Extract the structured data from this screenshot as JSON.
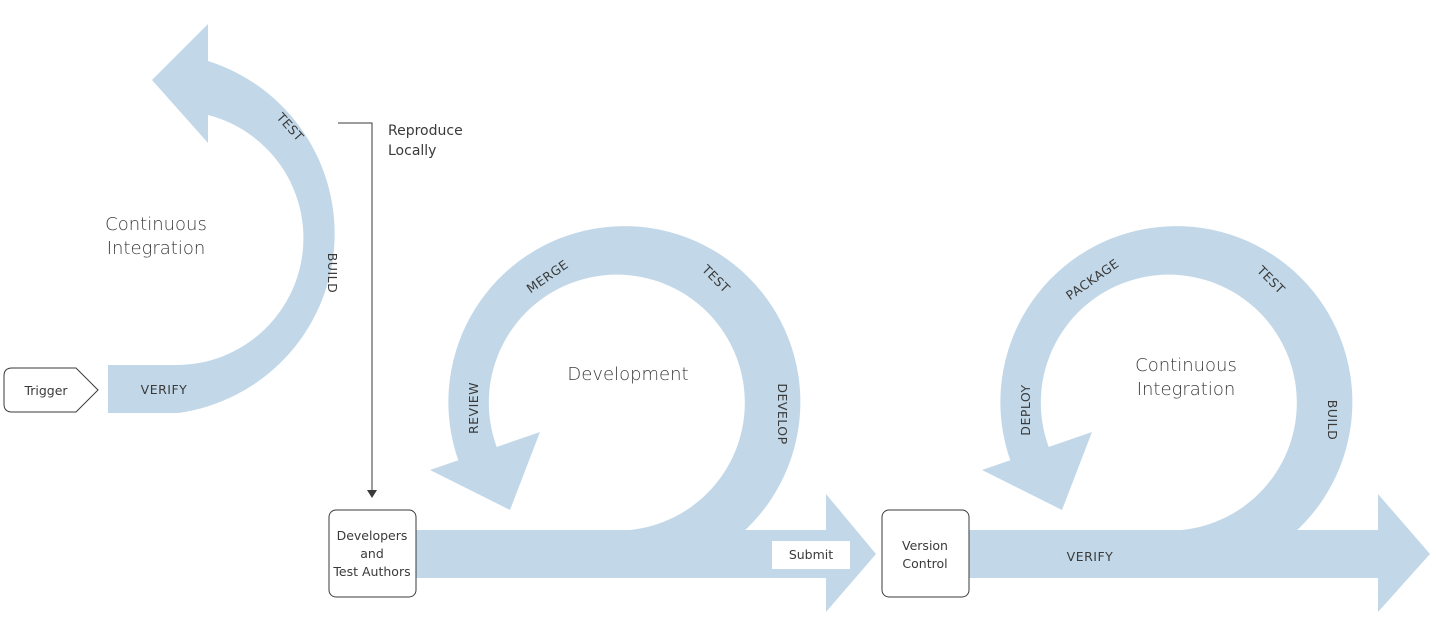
{
  "colors": {
    "band": "#c2d8e8",
    "stroke": "#3a3a3a",
    "background": "#ffffff"
  },
  "left_cycle": {
    "title_line1": "Continuous",
    "title_line2": "Integration",
    "labels": {
      "test": "TEST",
      "build": "BUILD",
      "verify": "VERIFY"
    }
  },
  "trigger": {
    "label": "Trigger"
  },
  "reproduce": {
    "line1": "Reproduce",
    "line2": "Locally"
  },
  "developers_box": {
    "line1": "Developers",
    "line2": "and",
    "line3": "Test Authors"
  },
  "dev_cycle": {
    "title": "Development",
    "labels": {
      "merge": "MERGE",
      "test": "TEST",
      "review": "REVIEW",
      "develop": "DEVELOP"
    }
  },
  "submit": {
    "label": "Submit"
  },
  "version_control": {
    "line1": "Version",
    "line2": "Control"
  },
  "ci_cycle": {
    "title_line1": "Continuous",
    "title_line2": "Integration",
    "labels": {
      "package": "PACKAGE",
      "test": "TEST",
      "deploy": "DEPLOY",
      "build": "BUILD",
      "verify": "VERIFY"
    }
  }
}
